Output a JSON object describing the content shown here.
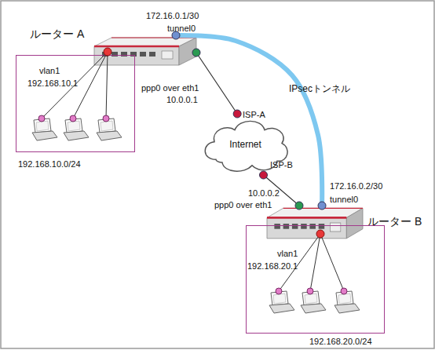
{
  "diagram": {
    "nodes": [
      {
        "text": [
          "ルーター A"
        ]
      },
      {
        "text": [
          "192.168.10.0/24"
        ]
      },
      {
        "text": [
          "Internet"
        ]
      },
      {
        "text": [
          "ルーター B"
        ]
      },
      {
        "text": [
          "192.168.20.0/24"
        ]
      }
    ],
    "edges": [
      {
        "from": 0,
        "to": 2,
        "label": "ISP-A",
        "arrow": "none"
      },
      {
        "from": 2,
        "to": 3,
        "label": "ISP-B",
        "arrow": "none"
      },
      {
        "from": 0,
        "to": 3,
        "label": "IPsecトンネル",
        "arrow": "none"
      }
    ],
    "labels": [
      "172.16.0.1/30",
      "tunnel0",
      "vlan1",
      "192.168.10.1",
      "ppp0 over eth1",
      "10.0.0.1",
      "10.0.0.2",
      "ppp0 over eth1",
      "172.16.0.2/30",
      "tunnel0",
      "vlan1",
      "192.168.20.1"
    ]
  }
}
